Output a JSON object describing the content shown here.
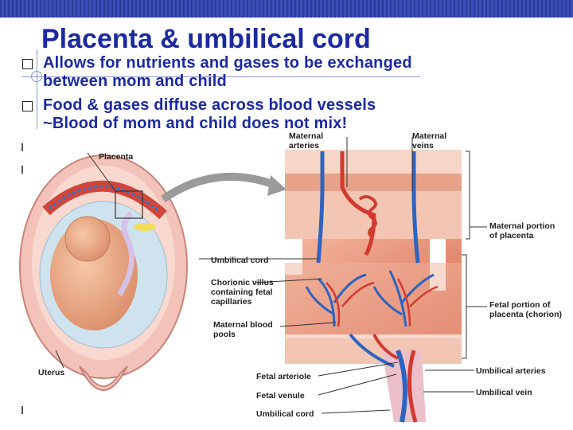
{
  "slide": {
    "title": "Placenta & umbilical cord",
    "bullets": [
      {
        "line1": "Allows for nutrients and gases to be exchanged",
        "line2": "between mom and child"
      },
      {
        "prefix": "Food & gases",
        "rest": " diffuse across blood vessels"
      }
    ],
    "note": "~Blood of mom and child does not mix!"
  },
  "diagram": {
    "labels": {
      "placenta": "Placenta",
      "maternal_arteries_1": "Maternal",
      "maternal_arteries_2": "arteries",
      "maternal_veins_1": "Maternal",
      "maternal_veins_2": "veins",
      "maternal_portion_1": "Maternal portion",
      "maternal_portion_2": "of placenta",
      "umbilical_cord_mid": "Umbilical cord",
      "chorionic_1": "Chorionic villus",
      "chorionic_2": "containing fetal",
      "chorionic_3": "capillaries",
      "fetal_portion_1": "Fetal portion of",
      "fetal_portion_2": "placenta (chorion)",
      "maternal_pools_1": "Maternal blood",
      "maternal_pools_2": "pools",
      "uterus": "Uterus",
      "fetal_arteriole": "Fetal arteriole",
      "umbilical_arteries": "Umbilical arteries",
      "fetal_venule": "Fetal venule",
      "umbilical_vein": "Umbilical vein",
      "umbilical_cord_bottom": "Umbilical cord"
    }
  }
}
